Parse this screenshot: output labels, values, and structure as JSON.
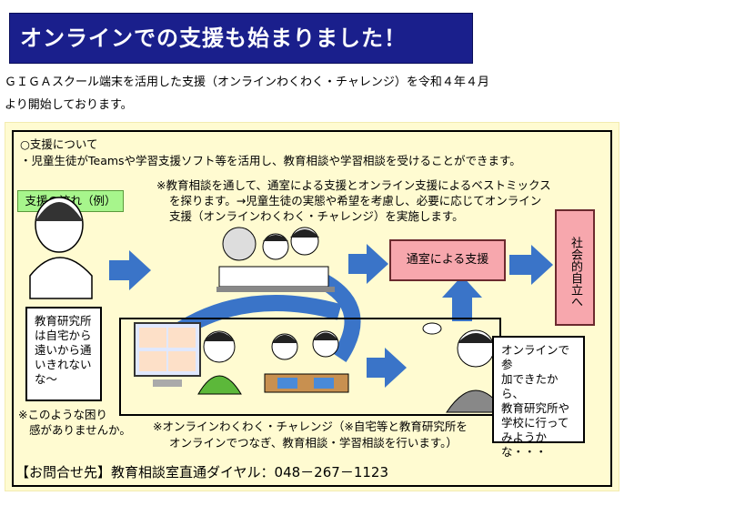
{
  "header": {
    "title": "オンラインでの支援も始まりました！"
  },
  "intro": {
    "line1": "ＧＩＧＡスクール端末を活用した支援（オンラインわくわく・チャレンジ）を令和４年４月",
    "line2": "より開始しております。"
  },
  "panel": {
    "about_heading": "○支援について",
    "about_text": "・児童生徒がTeamsや学習支援ソフト等を活用し、教育相談や学習相談を受けることができます。",
    "flow_label": "支援の流れ（例）",
    "note_lines": [
      "※教育相談を通して、通室による支援とオンライン支援によるベストミックス",
      "を探ります。→児童生徒の実態や希望を考慮し、必要に応じてオンライン",
      "支援（オンラインわくわく・チャレンジ）を実施します。"
    ],
    "student_bubble": [
      "教育研究所",
      "は自宅から",
      "遠いから通",
      "いきれない",
      "な～"
    ],
    "worry_note": [
      "※このような困り",
      "感がありませんか。"
    ],
    "attend_support": "通室による支援",
    "independence": "社会的自立へ",
    "online_bubble": [
      "オンラインで参",
      "加できたから、",
      "教育研究所や",
      "学校に行って",
      "みようかな・・・"
    ],
    "online_note": [
      "※オンラインわくわく・チャレンジ（※自宅等と教育研究所を",
      "オンラインでつなぎ、教育相談・学習相談を行います。）"
    ],
    "contact": "【お問合せ先】教育相談室直通ダイヤル：048－267－1123"
  },
  "colors": {
    "title_bg": "#1a1f8c",
    "panel_bg": "#fffbd1",
    "arrow": "#3a74c8",
    "pink_box": "#f7a7ad",
    "flow_label": "#a7f58c"
  }
}
